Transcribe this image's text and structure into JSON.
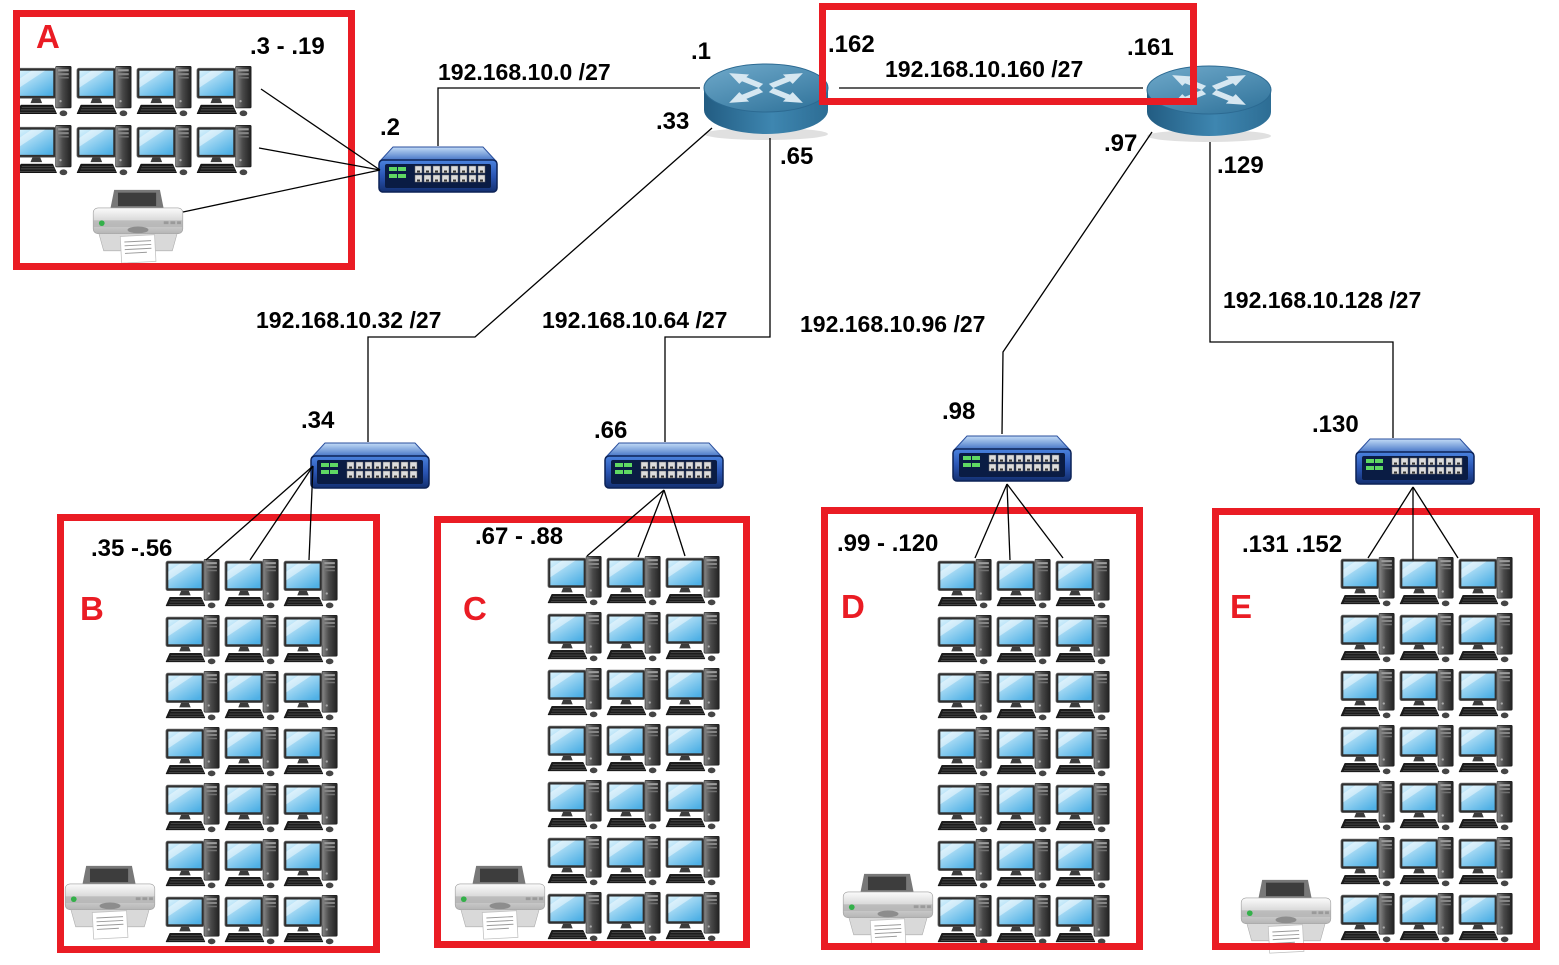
{
  "diagram_type": "network-topology",
  "colors": {
    "highlight_red": "#ea1c24",
    "router_blue": "#3c7ea8",
    "switch_blue": "#2f5fc0",
    "line_black": "#000000"
  },
  "wan_link": {
    "network": "192.168.10.160 /27",
    "router1_ip": ".162",
    "router2_ip": ".161"
  },
  "router1": {
    "interfaces": {
      "lan_a": ".1",
      "lan_b": ".33",
      "lan_c": ".65"
    }
  },
  "router2": {
    "interfaces": {
      "lan_d": ".97",
      "lan_e": ".129"
    }
  },
  "subnets": [
    {
      "letter": "A",
      "host_range": ".3 - .19",
      "network": "192.168.10.0 /27",
      "switch_ip": ".2",
      "computers": 8,
      "printers": 1
    },
    {
      "letter": "B",
      "host_range": ".35 -.56",
      "network": "192.168.10.32 /27",
      "switch_ip": ".34",
      "computers": 21,
      "printers": 1
    },
    {
      "letter": "C",
      "host_range": ".67 - .88",
      "network": "192.168.10.64 /27",
      "switch_ip": ".66",
      "computers": 21,
      "printers": 1
    },
    {
      "letter": "D",
      "host_range": ".99 - .120",
      "network": "192.168.10.96 /27",
      "switch_ip": ".98",
      "computers": 21,
      "printers": 1
    },
    {
      "letter": "E",
      "host_range": ".131 .152",
      "network": "192.168.10.128 /27",
      "switch_ip": ".130",
      "computers": 21,
      "printers": 1
    }
  ]
}
